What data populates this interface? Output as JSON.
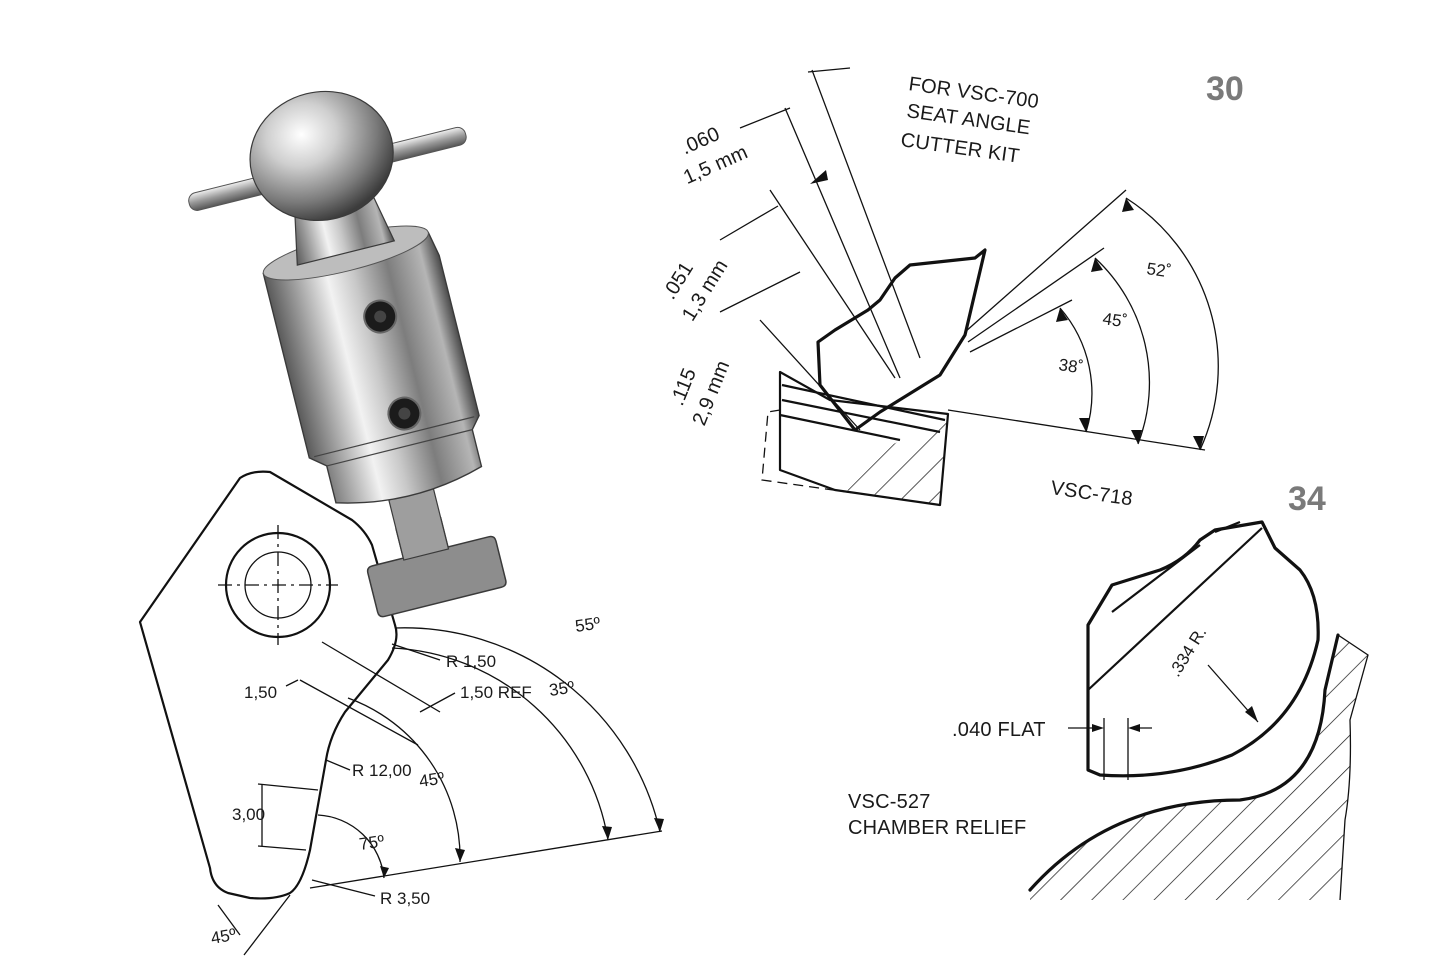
{
  "fig30": {
    "number": "30",
    "note_line1": "FOR VSC-700",
    "note_line2": "SEAT ANGLE",
    "note_line3": "CUTTER KIT",
    "dim_060_in": ".060",
    "dim_060_mm": "1,5 mm",
    "dim_051_in": ".051",
    "dim_051_mm": "1,3 mm",
    "dim_115_in": ".115",
    "dim_115_mm": "2,9 mm",
    "angle_52": "52˚",
    "angle_45": "45˚",
    "angle_38": "38˚",
    "part": "VSC-718"
  },
  "fig34": {
    "number": "34",
    "radius": ".334 R.",
    "flat": ".040 FLAT",
    "part_line1": "VSC-527",
    "part_line2": "CHAMBER RELIEF"
  },
  "template": {
    "r150": "R 1,50",
    "ref150": "1,50 REF",
    "dim150": "1,50",
    "r1200": "R 12,00",
    "dim300": "3,00",
    "r350": "R 3,50",
    "a55": "55º",
    "a35": "35º",
    "a45_arc": "45º",
    "a75": "75º",
    "a45_corner": "45º"
  },
  "photo": {
    "subject": "cutter-holder-photo"
  },
  "colors": {
    "ink": "#111111",
    "figure_number": "#7a7a7a",
    "metal_light": "#e8e8e8",
    "metal_dark": "#555555"
  }
}
